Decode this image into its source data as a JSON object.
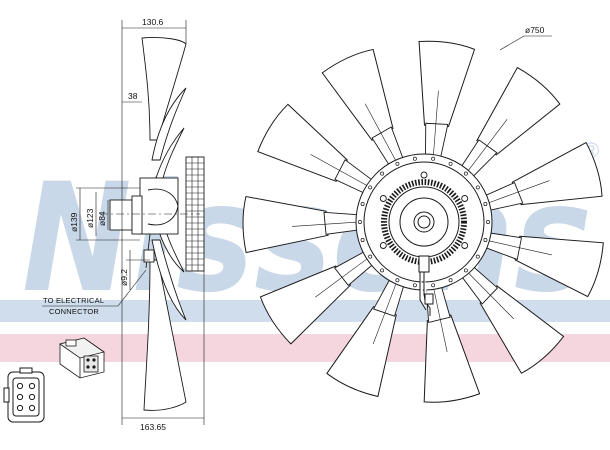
{
  "watermark": {
    "brand": "Nissens",
    "registered": "®",
    "color_blue": "#c9d8e8",
    "color_red": "#f4d3dc"
  },
  "dimensions": {
    "top_width": "130.6",
    "bottom_width": "163.65",
    "offset_38": "38",
    "dia_139": "ø139",
    "dia_123": "ø123",
    "dia_84": "ø84",
    "dia_9_2": "ø9.2",
    "fan_diameter": "ø750"
  },
  "callout": {
    "line1": "TO ELECTRICAL",
    "line2": "CONNECTOR"
  },
  "icons": {
    "side_view": "fan-side-view-icon",
    "front_view": "fan-front-view-icon",
    "connector": "electrical-connector-icon",
    "pinout": "connector-pinout-icon"
  },
  "fan": {
    "blade_count": 11,
    "line_color": "#1a1a1a"
  }
}
